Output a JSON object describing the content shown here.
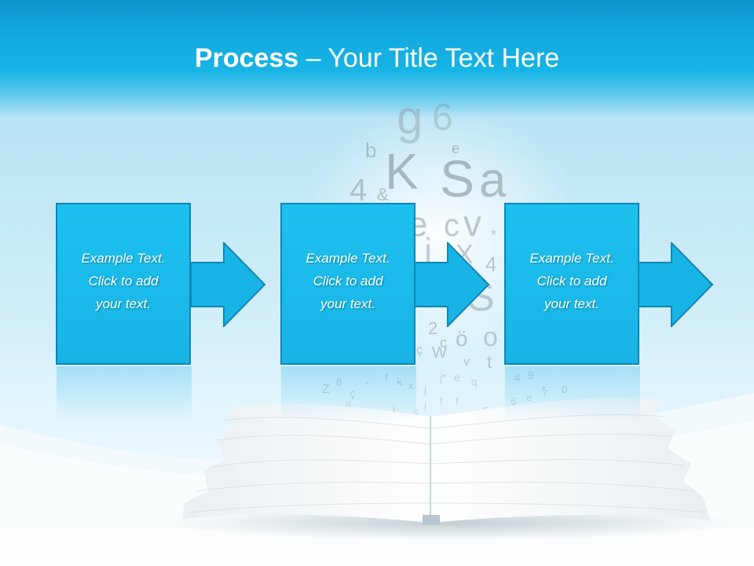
{
  "slide": {
    "title_bold": "Process",
    "title_rest": " – Your Title Text Here"
  },
  "steps": [
    {
      "line1": "Example Text.",
      "line2": "Click  to add",
      "line3": "your text."
    },
    {
      "line1": "Example Text.",
      "line2": "Click  to add",
      "line3": "your text."
    },
    {
      "line1": "Example Text.",
      "line2": "Click  to add",
      "line3": "your text."
    }
  ],
  "colors": {
    "box_fill": "#18b4e6",
    "box_border": "#0f86b4",
    "title_band": "#13aadf"
  }
}
